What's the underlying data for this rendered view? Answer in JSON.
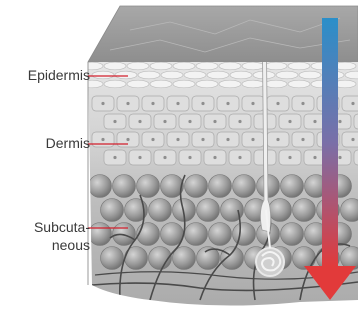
{
  "diagram": {
    "labels": {
      "epidermis": "Epidermis",
      "dermis": "Dermis",
      "subcutaneous_line1": "Subcuta-",
      "subcutaneous_line2": "neous"
    },
    "colors": {
      "leader_line": "#d21f2c",
      "arrow_top": "#2b8fc9",
      "arrow_bottom": "#e23a3a",
      "skin_surface": "#9a9a9a",
      "front_face": "#bdbdbd",
      "fat_globule": "#8c8c8c",
      "vessel": "#4a4a4a"
    },
    "arrow_direction": "down"
  }
}
